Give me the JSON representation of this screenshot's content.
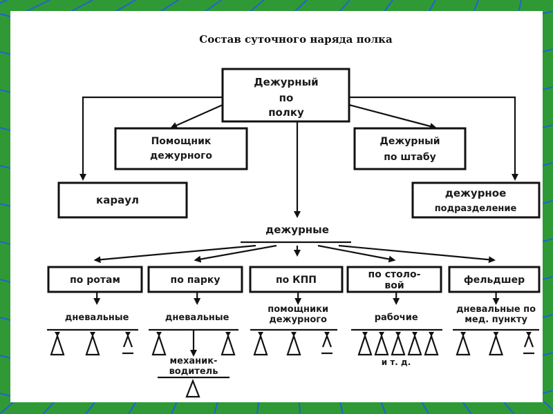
{
  "colors": {
    "background": "#2f9a35",
    "grid": "#1f63d6",
    "panel": "#ffffff"
  },
  "title": "Состав суточного наряда полка",
  "top": {
    "line1": "Дежурный",
    "line2": "по",
    "line3": "полку"
  },
  "assistant": {
    "line1": "Помощник",
    "line2": "дежурного"
  },
  "hq": {
    "line1": "Дежурный",
    "line2": "по штабу"
  },
  "guard": "караул",
  "duty_unit": {
    "line1": "дежурное",
    "line2": "подразделение"
  },
  "duty_label": "дежурные",
  "groups": [
    {
      "box": [
        "по ротам"
      ],
      "sub": [
        "дневальные"
      ],
      "markers": [
        "triangle",
        "triangle",
        "lambda"
      ]
    },
    {
      "box": [
        "по парку"
      ],
      "sub": [
        "дневальные"
      ],
      "markers": [
        "triangle",
        "arrow",
        "triangle"
      ],
      "extra": [
        "механик-",
        "водитель"
      ]
    },
    {
      "box": [
        "по КПП"
      ],
      "sub": [
        "помощники",
        "дежурного"
      ],
      "markers": [
        "triangle",
        "triangle",
        "lambda"
      ]
    },
    {
      "box": [
        "по столо-",
        "вой"
      ],
      "sub": [
        "рабочие"
      ],
      "markers": [
        "triangle",
        "triangle",
        "triangle",
        "triangle",
        "triangle"
      ],
      "note": "и т. д."
    },
    {
      "box": [
        "фельдшер"
      ],
      "sub": [
        "дневальные по",
        "мед. пункту"
      ],
      "markers": [
        "triangle",
        "triangle",
        "lambda"
      ]
    }
  ]
}
